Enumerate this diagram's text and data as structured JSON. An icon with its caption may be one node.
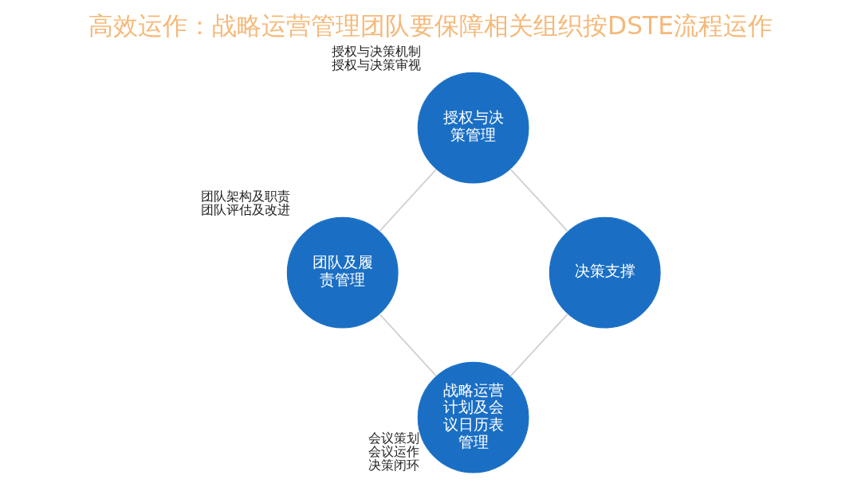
{
  "diagram": {
    "title": "高效运作：战略运营管理团队要保障相关组织按DSTE流程运作",
    "nodes": [
      {
        "text": [
          "授权与决策管理"
        ],
        "beside": [
          "授权与决策机制",
          "授权与决策审视"
        ]
      },
      {
        "text": [
          "团队及履责管理"
        ],
        "beside": [
          "团队架构及职责",
          "团队评估及改进"
        ]
      },
      {
        "text": [
          "决策支撑"
        ]
      },
      {
        "text": [
          "战略运营计划及会议日历表管理"
        ],
        "beside": [
          "会议策划",
          "会议运作",
          "决策闭环"
        ]
      }
    ],
    "edges": [
      {
        "from": 0,
        "to": 2,
        "arrow": "none"
      },
      {
        "from": 2,
        "to": 3,
        "arrow": "none"
      },
      {
        "from": 3,
        "to": 1,
        "arrow": "none"
      },
      {
        "from": 1,
        "to": 0,
        "arrow": "none"
      }
    ]
  }
}
